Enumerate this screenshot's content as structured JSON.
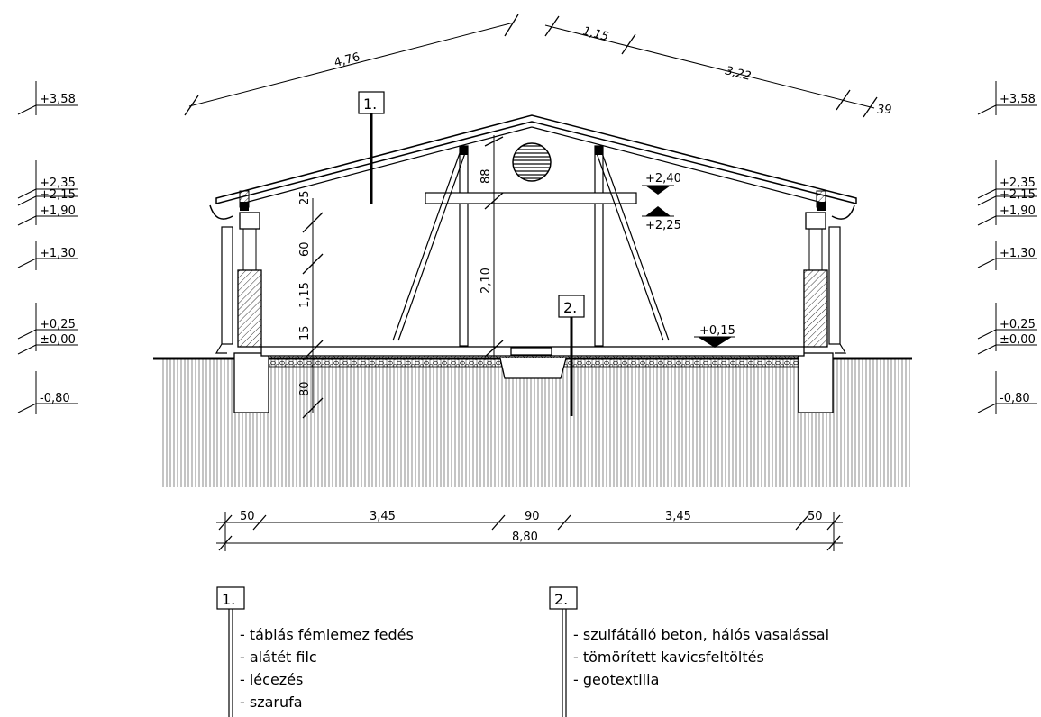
{
  "levels": {
    "left": [
      "+3,58",
      "+2,35",
      "+2,15",
      "+1,90",
      "+1,30",
      "+0,25",
      "±0,00",
      "-0,80"
    ],
    "right": [
      "+3,58",
      "+2,35",
      "+2,15",
      "+1,90",
      "+1,30",
      "+0,25",
      "±0,00",
      "-0,80"
    ]
  },
  "roof_dims": {
    "left_slope": "4,76",
    "ridge_part": "1,15",
    "right_slope": "3,22",
    "eave": "39"
  },
  "vertical_dims": {
    "d25": "25",
    "d60": "60",
    "d115": "1,15",
    "d15": "15",
    "d80": "80",
    "d88": "88",
    "d210": "2,10"
  },
  "interior_levels": {
    "upper": "+2,40",
    "lower": "+2,25",
    "floor": "+0,15"
  },
  "bottom_dims": {
    "d50a": "50",
    "d345a": "3,45",
    "d90": "90",
    "d345b": "3,45",
    "d50b": "50",
    "total": "8,80"
  },
  "tags": {
    "t1": "1.",
    "t2": "2."
  },
  "legend1": {
    "tag": "1.",
    "items": [
      "- táblás fémlemez fedés",
      "- alátét filc",
      "- lécezés",
      "- szarufa"
    ]
  },
  "legend2": {
    "tag": "2.",
    "items": [
      "- szulfátálló beton, hálós vasalással",
      "- tömörített kavicsfeltöltés",
      "- geotextilia"
    ]
  }
}
